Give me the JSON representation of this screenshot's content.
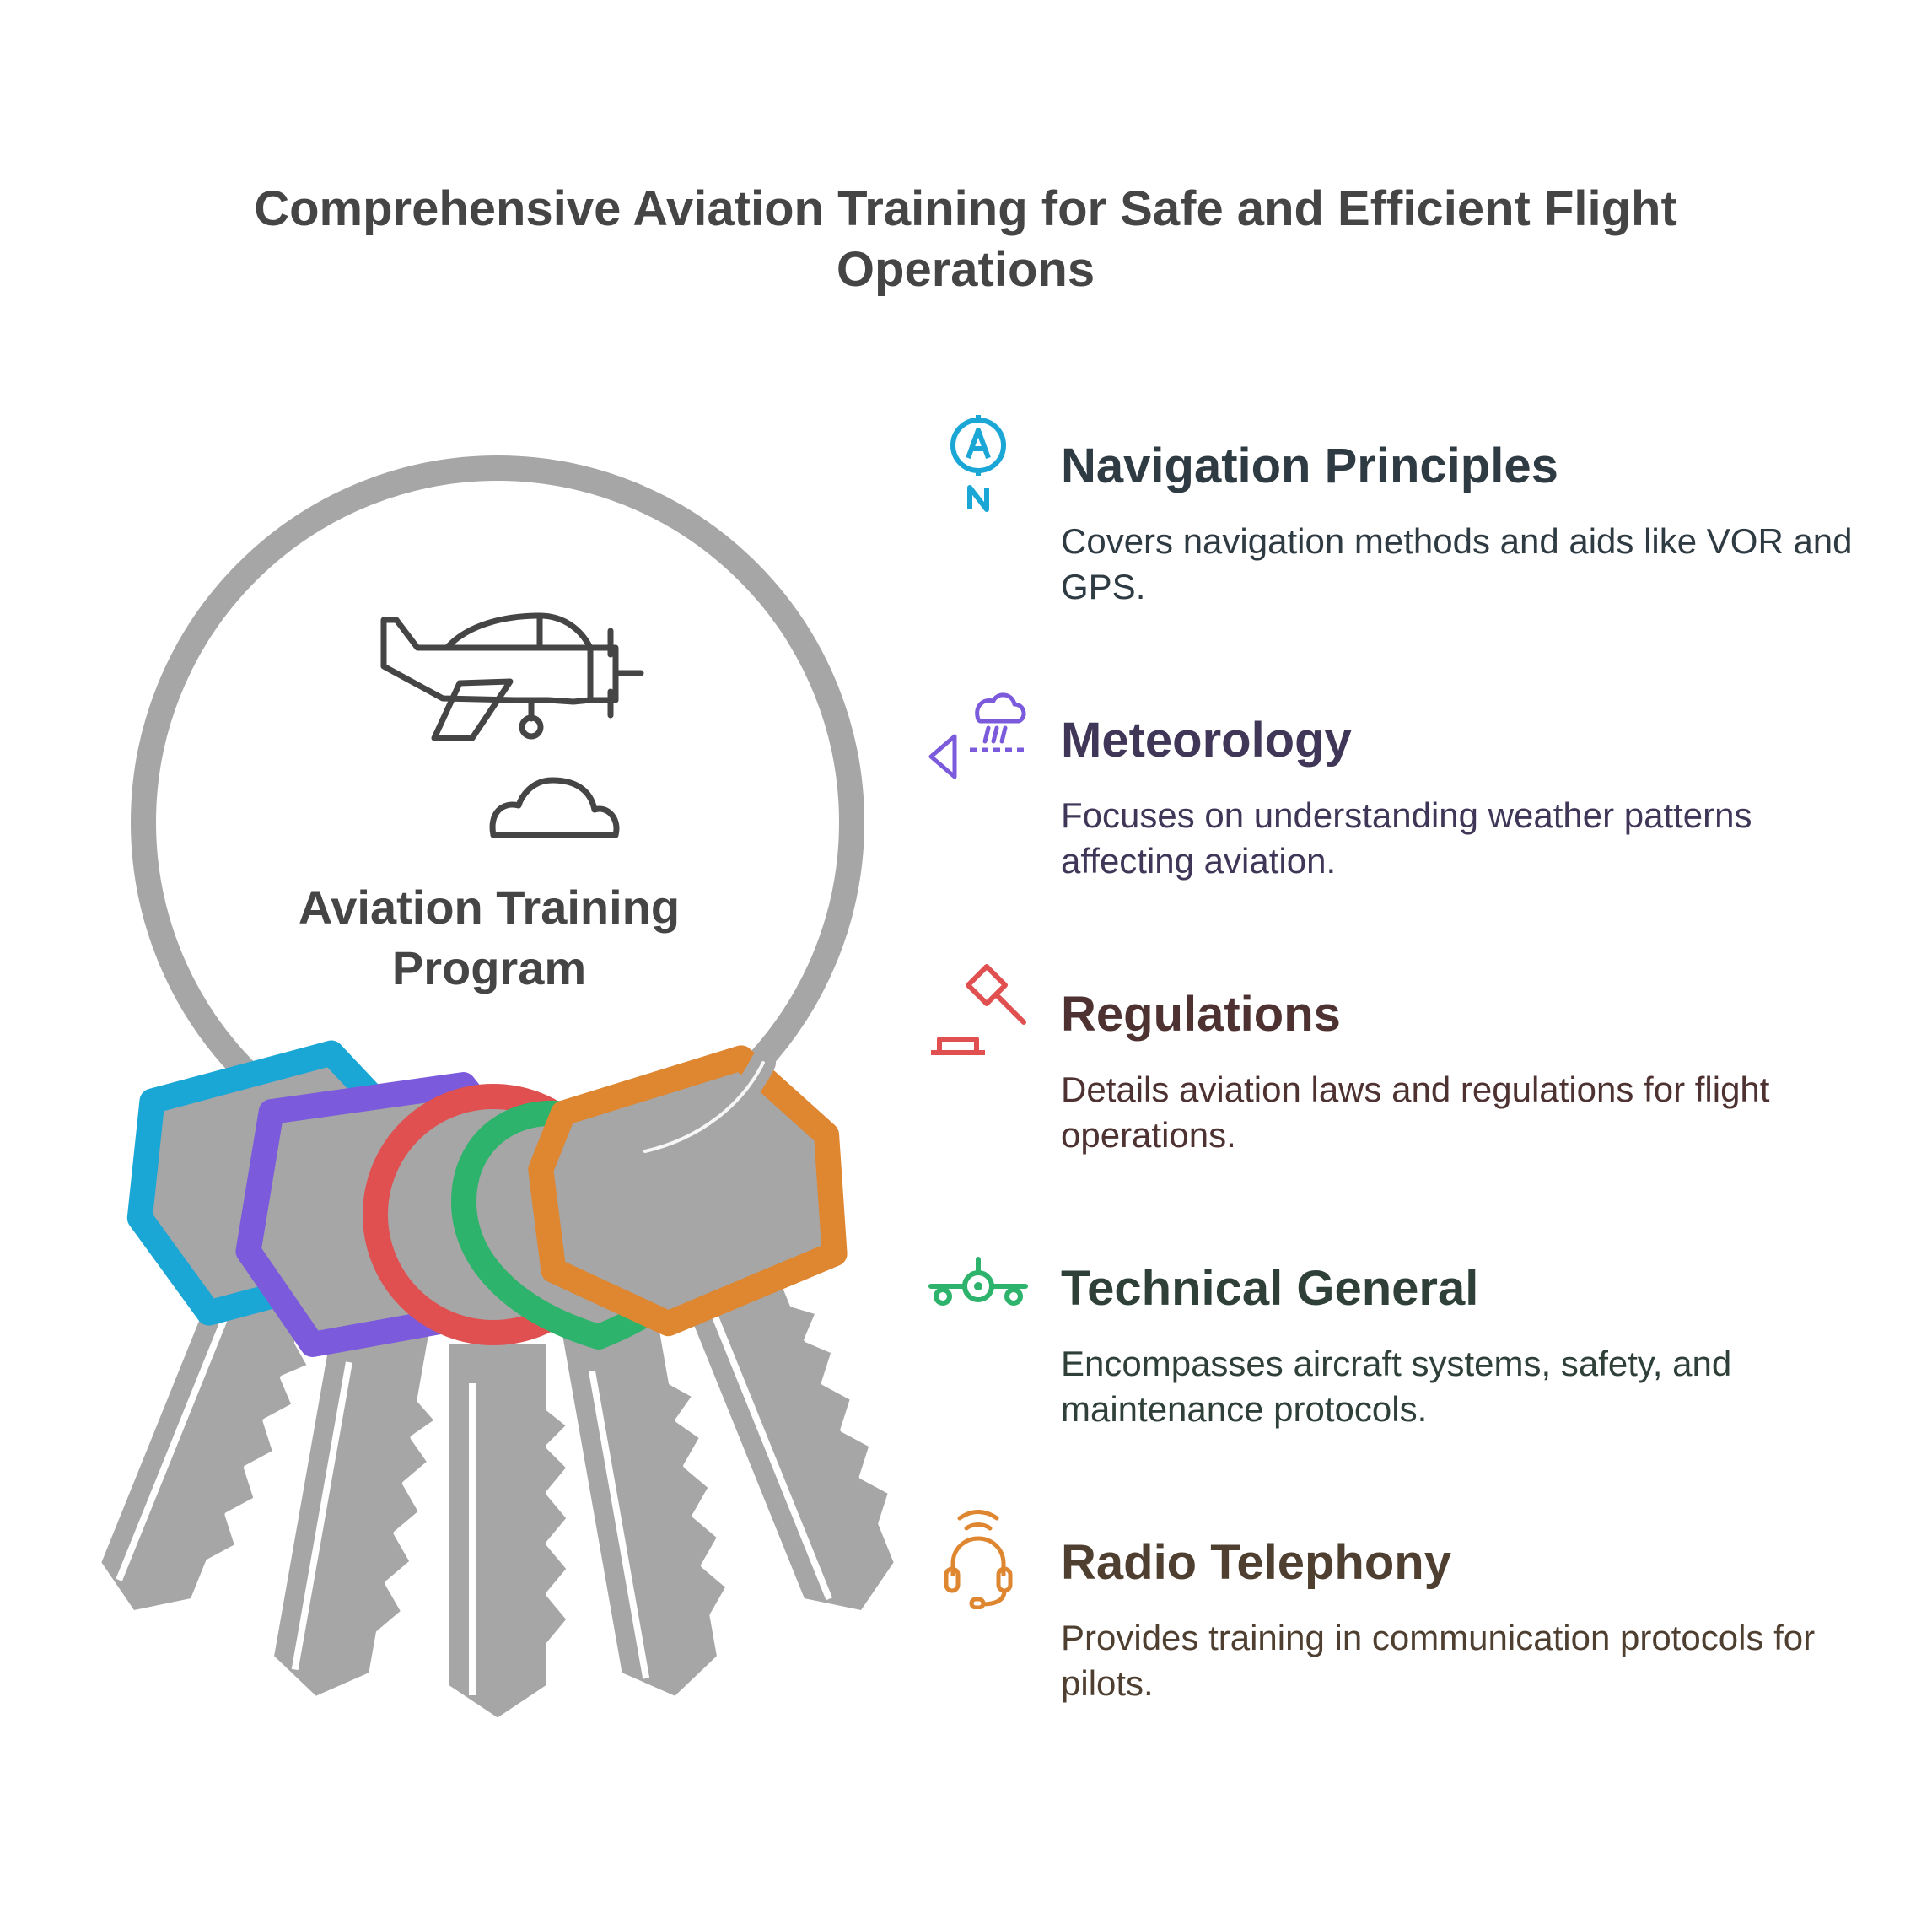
{
  "title": "Comprehensive Aviation Training for Safe and Efficient Flight Operations",
  "center": {
    "label": "Aviation Training Program",
    "icons": [
      "airplane-icon",
      "cloud-icon"
    ]
  },
  "items": [
    {
      "title": "Navigation Principles",
      "description": "Covers navigation methods and aids like VOR and GPS.",
      "icon": "compass-icon",
      "icon_letter": "N",
      "color": "#1AA7D6",
      "text_color": "#2F3B43"
    },
    {
      "title": "Meteorology",
      "description": "Focuses on understanding weather patterns affecting aviation.",
      "icon": "weather-icon",
      "color": "#7B5BDB",
      "text_color": "#3F3658"
    },
    {
      "title": "Regulations",
      "description": "Details aviation laws and regulations for flight operations.",
      "icon": "gavel-icon",
      "color": "#E05050",
      "text_color": "#4E3232"
    },
    {
      "title": "Technical General",
      "description": "Encompasses aircraft systems, safety, and maintenance protocols.",
      "icon": "aircraft-front-icon",
      "color": "#2DB36B",
      "text_color": "#2F4038"
    },
    {
      "title": "Radio Telephony",
      "description": "Provides training in communication protocols for pilots.",
      "icon": "headset-icon",
      "color": "#DE8630",
      "text_color": "#4E3F30"
    }
  ],
  "colors": {
    "ring": "#A6A6A6",
    "key_body": "#A6A6A6",
    "heading_text": "#454545"
  }
}
